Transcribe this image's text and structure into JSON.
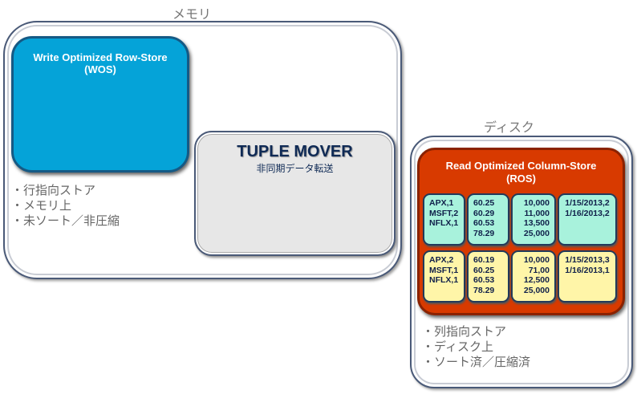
{
  "memory": {
    "label": "メモリ",
    "wos_title": "Write Optimized Row-Store",
    "wos_sub": "(WOS)",
    "bullets": [
      "・行指向ストア",
      "・メモリ上",
      "・未ソート／非圧縮"
    ],
    "tuple_mover": {
      "title": "TUPLE MOVER",
      "sub": "非同期データ転送"
    }
  },
  "disk": {
    "label": "ディスク",
    "ros_title": "Read Optimized Column-Store",
    "ros_sub": "(ROS)",
    "bullets": [
      "・列指向ストア",
      "・ディスク上",
      "・ソート済／圧縮済"
    ],
    "rows": [
      [
        "APX,1\nMSFT,2\nNFLX,1",
        "60.25\n60.29\n60.53\n78.29",
        "10,000\n11,000\n13,500\n25,000",
        "1/15/2013,2\n1/16/2013,2"
      ],
      [
        "APX,2\nMSFT,1\nNFLX,1",
        "60.19\n60.25\n60.53\n78.29",
        "10,000\n  71,00\n12,500\n25,000",
        "1/15/2013,3\n1/16/2013,1"
      ]
    ]
  }
}
